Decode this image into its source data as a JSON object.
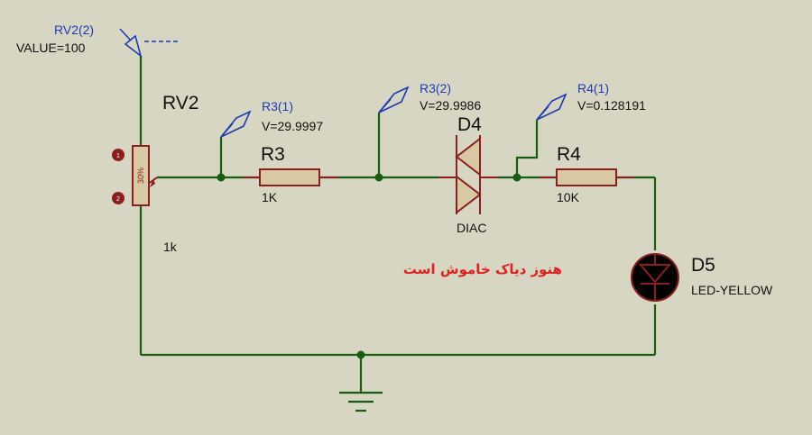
{
  "rv2": {
    "probe_label": "RV2(2)",
    "value_text": "VALUE=100",
    "ref": "RV2",
    "value": "1k",
    "wiper_text": "30%",
    "pin1": "1",
    "pin2": "2"
  },
  "r3": {
    "ref": "R3",
    "value": "1K"
  },
  "r4": {
    "ref": "R4",
    "value": "10K"
  },
  "d4": {
    "ref": "D4",
    "type": "DIAC"
  },
  "d5": {
    "ref": "D5",
    "type": "LED-YELLOW"
  },
  "probes": {
    "r3_1": {
      "label": "R3(1)",
      "voltage": "V=29.9997"
    },
    "r3_2": {
      "label": "R3(2)",
      "voltage": "V=29.9986"
    },
    "r4_1": {
      "label": "R4(1)",
      "voltage": "V=0.128191"
    }
  },
  "note": "هنوز دیاک خاموش است",
  "colors": {
    "background": "#d6d6c2",
    "wire": "#1a5d12",
    "component": "#8a1f1f",
    "component_fill": "#d8c8a4",
    "probe": "#1f3ab5",
    "led_body": "#000000",
    "note": "#e02020"
  }
}
